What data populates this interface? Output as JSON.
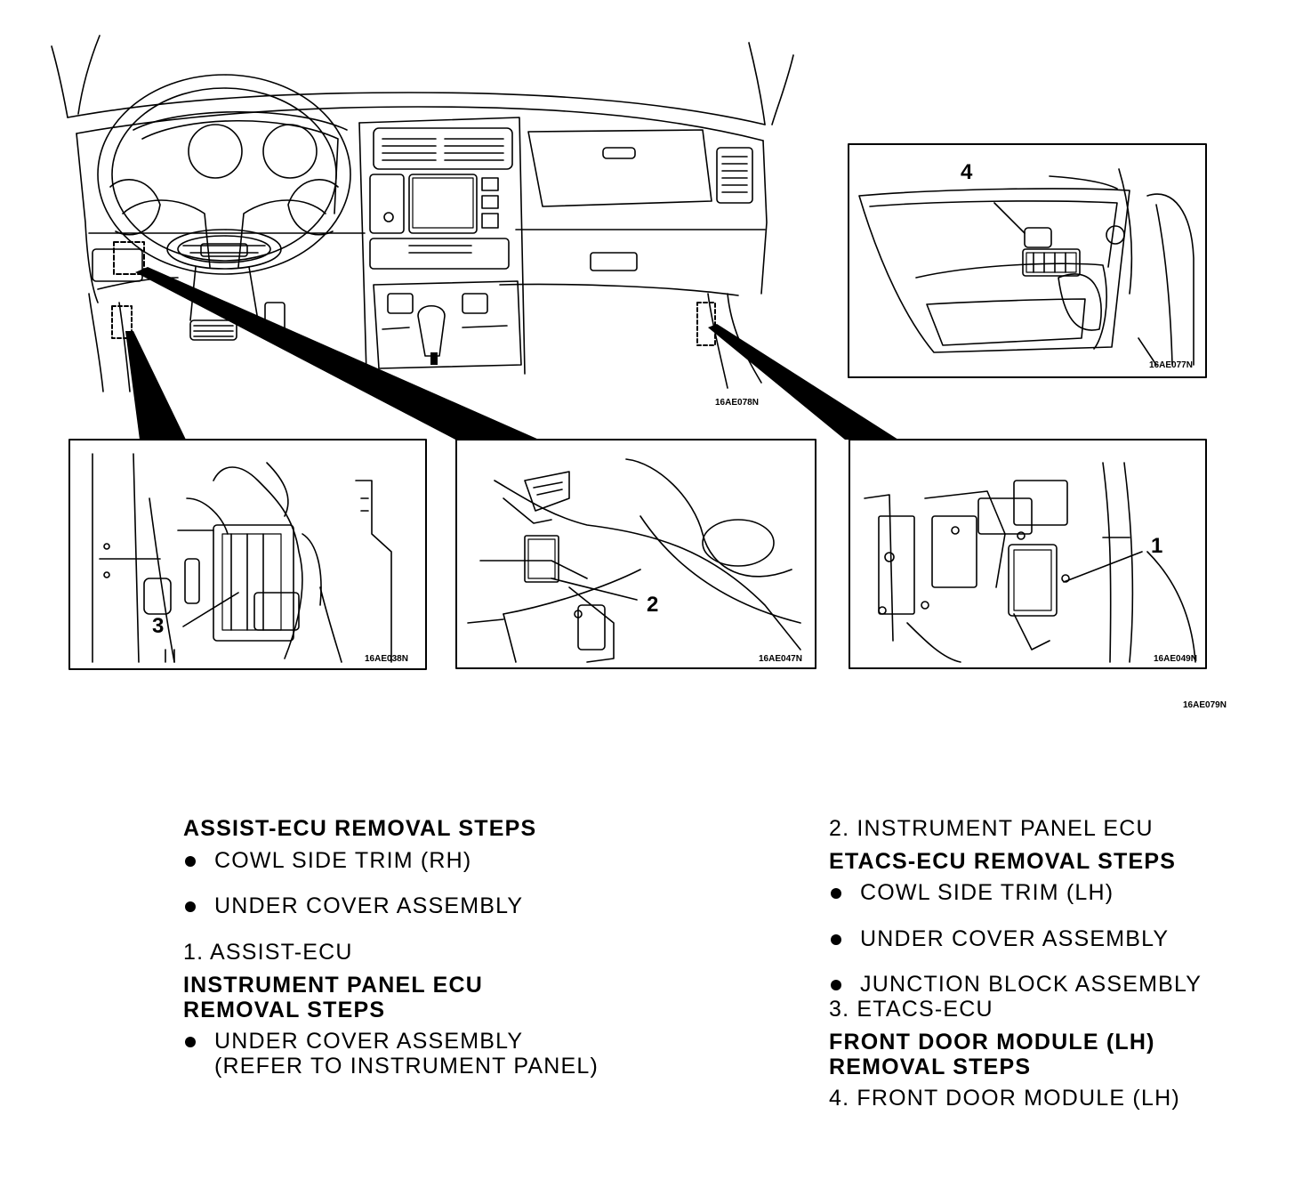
{
  "figure": {
    "codes": {
      "main": "16AE078N",
      "door": "16AE077N",
      "panel_left": "16AE038N",
      "panel_mid": "16AE047N",
      "panel_right": "16AE049N",
      "overall": "16AE079N"
    },
    "callouts": {
      "c1": "1",
      "c2": "2",
      "c3": "3",
      "c4": "4"
    }
  },
  "left": {
    "assist_heading": "ASSIST-ECU REMOVAL STEPS",
    "assist_b1": "COWL SIDE TRIM (RH)",
    "assist_b2": "UNDER  COVER  ASSEMBLY",
    "assist_step": "1. ASSIST-ECU",
    "ip_heading_1": "INSTRUMENT PANEL ECU",
    "ip_heading_2": "REMOVAL STEPS",
    "ip_b1_1": "UNDER COVER ASSEMBLY",
    "ip_b1_2": "(REFER TO INSTRUMENT PANEL)"
  },
  "right": {
    "ip_step": "2. INSTRUMENT  PANEL  ECU",
    "etacs_heading": "ETACS-ECU REMOVAL STEPS",
    "etacs_b1": "COWL SIDE TRIM (LH)",
    "etacs_b2": "UNDER  COVER  ASSEMBLY",
    "etacs_b3": "JUNCTION  BLOCK  ASSEMBLY",
    "etacs_step": "3. ETACS-ECU",
    "fdm_heading_1": "FRONT DOOR MODULE (LH)",
    "fdm_heading_2": "REMOVAL STEPS",
    "fdm_step": "4. FRONT  DOOR  MODULE  (LH)"
  }
}
